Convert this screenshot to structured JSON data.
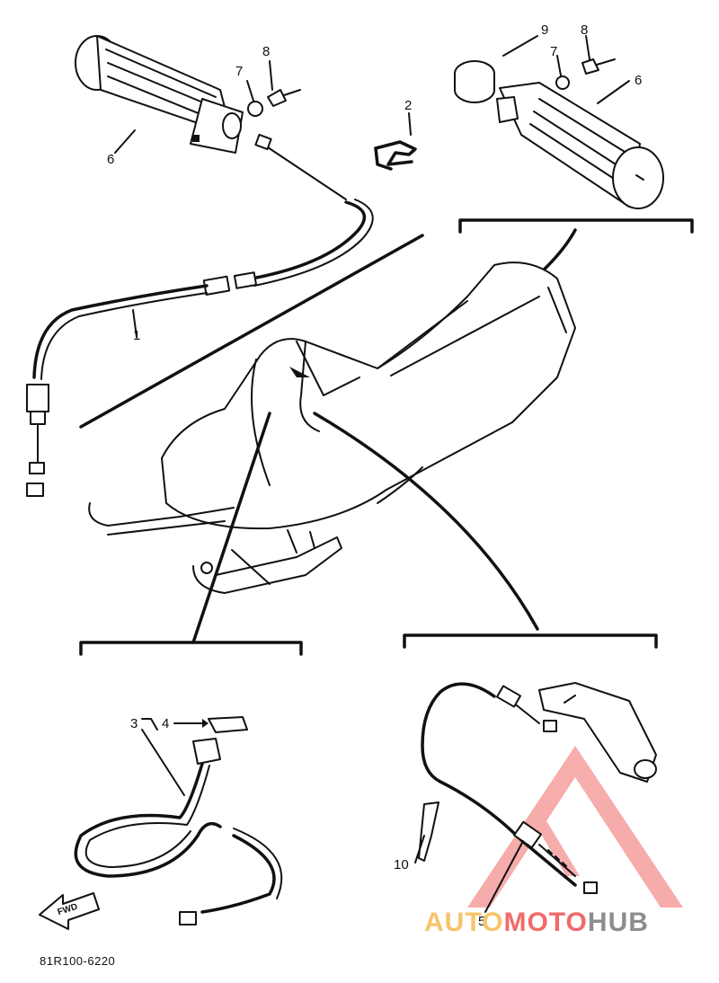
{
  "callouts": {
    "c1": "1",
    "c2": "2",
    "c3_4": "3",
    "c4": "4",
    "c5": "5",
    "c6_left": "6",
    "c6_right": "6",
    "c7_left": "7",
    "c7_right": "7",
    "c8_left": "8",
    "c8_right": "8",
    "c9": "9",
    "c10": "10"
  },
  "fwd_label": "FWD",
  "diagram_code": "81R100-6220",
  "watermark": {
    "part1": "AUTO",
    "part2": "MOTO",
    "part3": "HUB"
  },
  "colors": {
    "ink": "#111111",
    "wm_yellow": "#f7c36b",
    "wm_red": "#f26a6a",
    "wm_gray": "#8d8d8d"
  }
}
